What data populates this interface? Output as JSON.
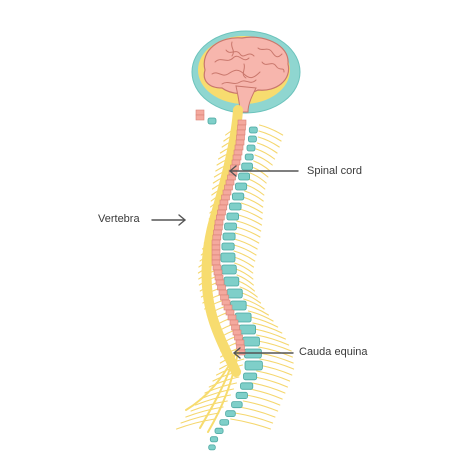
{
  "labels": {
    "spinal_cord": "Spinal cord",
    "vertebra": "Vertebra",
    "cauda_equina": "Cauda equina"
  },
  "colors": {
    "brain": "#f7b6ad",
    "brain_outline": "#c9776c",
    "head_ring": "#8fd6d0",
    "nerve": "#f7dc6f",
    "nerve_fibers": "#f5d76e",
    "spinal_cord": "#f4a99e",
    "vertebra_fill": "#7fcfc9",
    "vertebra_outline": "#4aa7a0",
    "leader_line": "#555555",
    "label_text": "#3a3a3a"
  }
}
